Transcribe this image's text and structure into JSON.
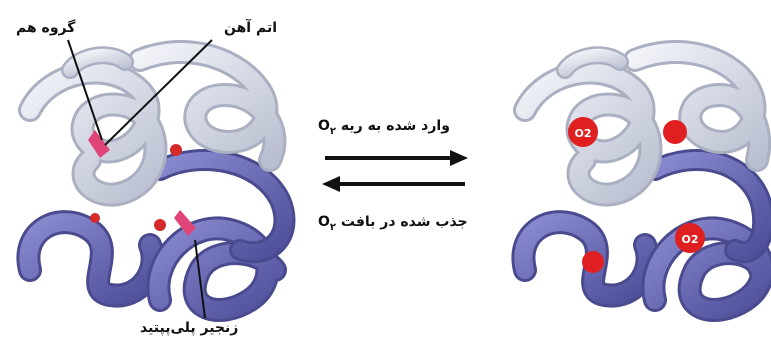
{
  "labels": {
    "heme_group": "گروه هم",
    "iron_atom": "اتم آهن",
    "polypeptide_chain": "زنجیر پلی‌پپتید",
    "lung_entry": {
      "o2": "O",
      "subscript": "۲",
      "text": "وارد شده به ریه"
    },
    "tissue_absorption": {
      "o2": "O",
      "subscript": "۲",
      "text": "جذب شده در بافت"
    },
    "o2_molecule": "O2"
  },
  "colors": {
    "light_chain": "#d8dde8",
    "light_chain_shadow": "#aab0c2",
    "dark_chain": "#6f6fb8",
    "dark_chain_shadow": "#4a4a8e",
    "heme": "#e0457a",
    "oxygen": "#e02020"
  }
}
